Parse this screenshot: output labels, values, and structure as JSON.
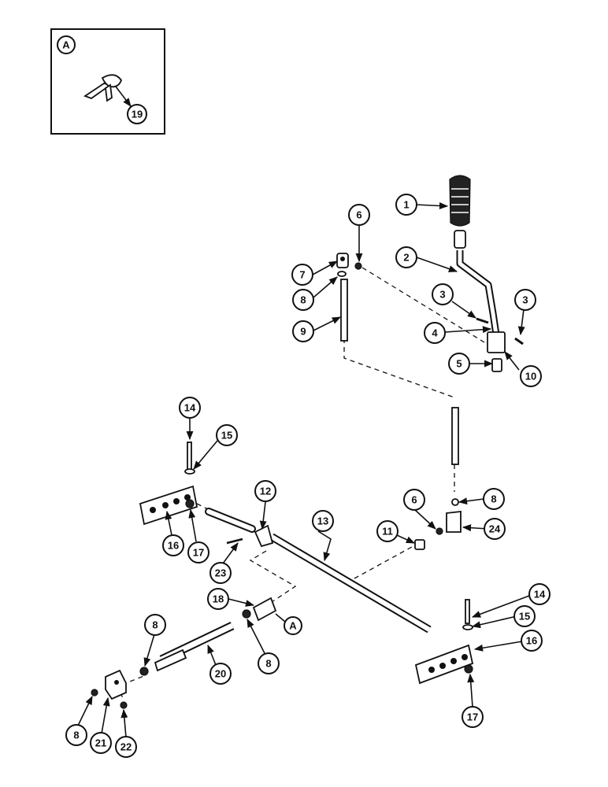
{
  "inset": {
    "view_label": "A",
    "part_label": "19"
  },
  "section_ref_label": "A",
  "callouts": [
    "1",
    "2",
    "3",
    "3",
    "4",
    "5",
    "6",
    "7",
    "8",
    "9",
    "10",
    "14",
    "15",
    "16",
    "17",
    "12",
    "13",
    "11",
    "6",
    "8",
    "24",
    "23",
    "18",
    "8",
    "20",
    "8",
    "8",
    "21",
    "22",
    "14",
    "15",
    "16",
    "17"
  ]
}
